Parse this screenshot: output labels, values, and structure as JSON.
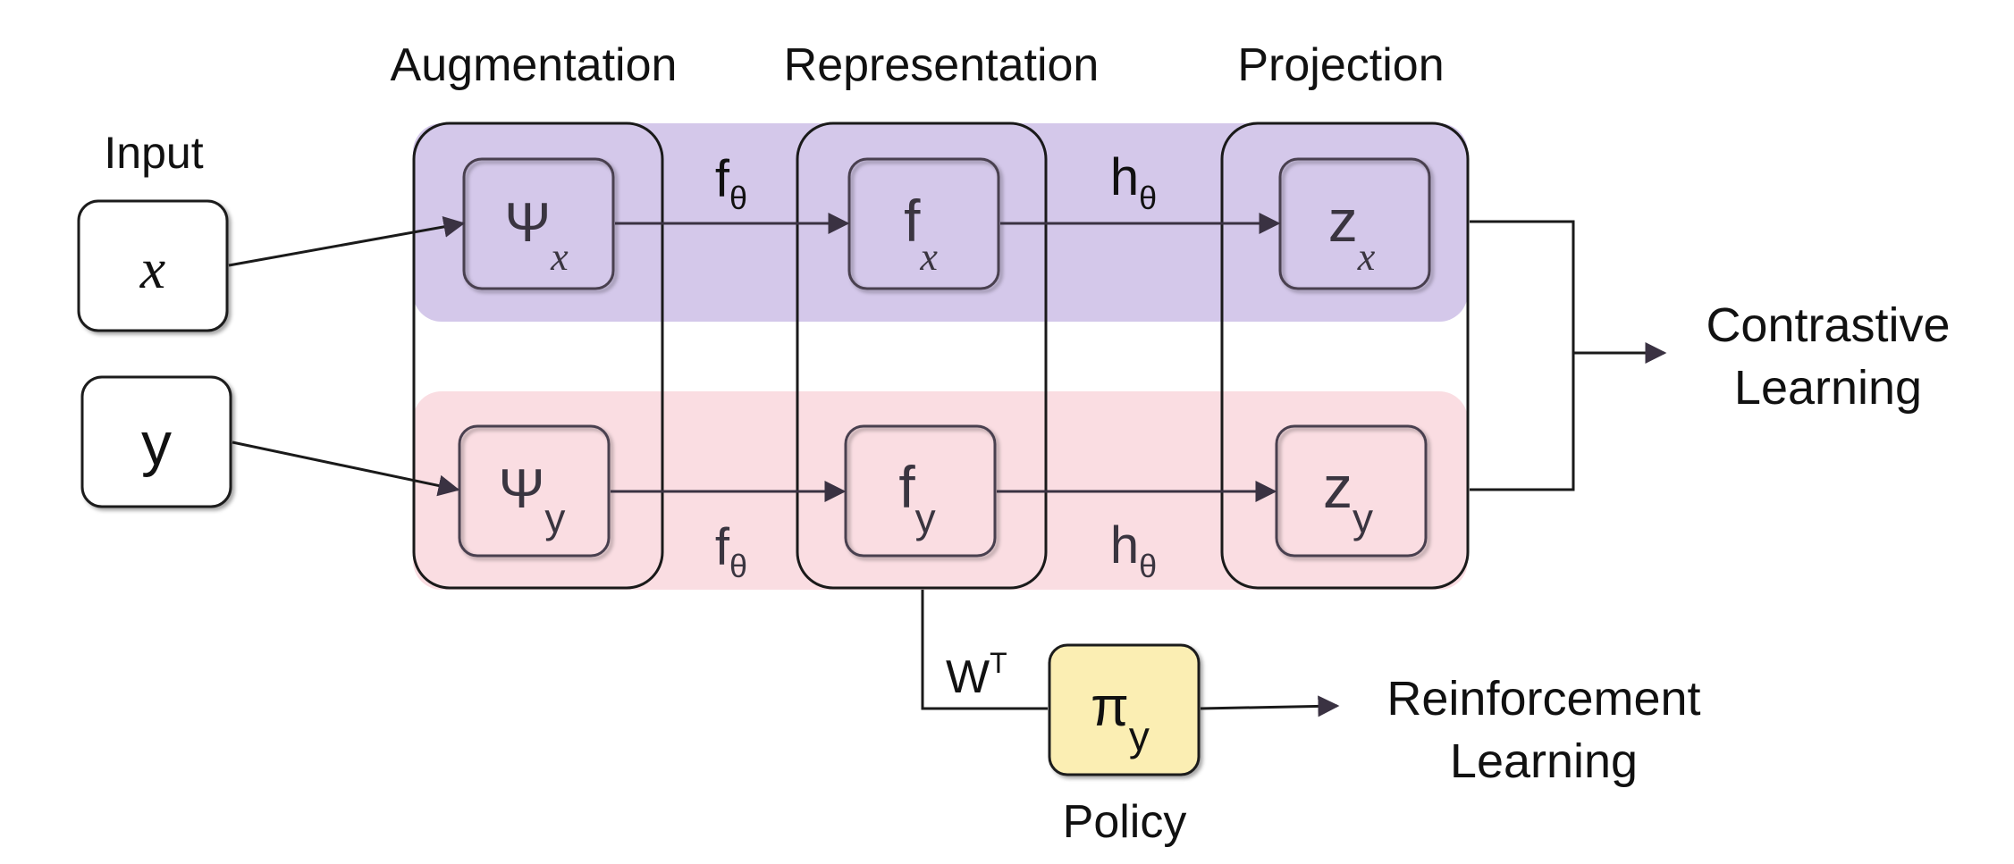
{
  "headers": {
    "augmentation": "Augmentation",
    "representation": "Representation",
    "projection": "Projection"
  },
  "input": {
    "label": "Input",
    "x": "x",
    "y": "y"
  },
  "nodes": {
    "psi_x": {
      "main": "Ψ",
      "sub": "x"
    },
    "psi_y": {
      "main": "Ψ",
      "sub": "y"
    },
    "f_x": {
      "main": "f",
      "sub": "x"
    },
    "f_y": {
      "main": "f",
      "sub": "y"
    },
    "z_x": {
      "main": "z",
      "sub": "x"
    },
    "z_y": {
      "main": "z",
      "sub": "y"
    },
    "pi_y": {
      "main": "π",
      "sub": "y"
    }
  },
  "edges": {
    "f_theta_top": {
      "main": "f",
      "sub": "θ"
    },
    "h_theta_top": {
      "main": "h",
      "sub": "θ"
    },
    "f_theta_bottom": {
      "main": "f",
      "sub": "θ"
    },
    "h_theta_bottom": {
      "main": "h",
      "sub": "θ"
    },
    "w_transpose": {
      "main": "W",
      "sup": "T"
    }
  },
  "outputs": {
    "contrastive_line1": "Contrastive",
    "contrastive_line2": "Learning",
    "reinforcement_line1": "Reinforcement",
    "reinforcement_line2": "Learning",
    "policy": "Policy"
  },
  "colors": {
    "x_band": "#d4c8ea",
    "y_band": "#fadde2",
    "policy_fill": "#fbeeb3",
    "node_stroke": "#4a4050",
    "text": "#111111"
  }
}
